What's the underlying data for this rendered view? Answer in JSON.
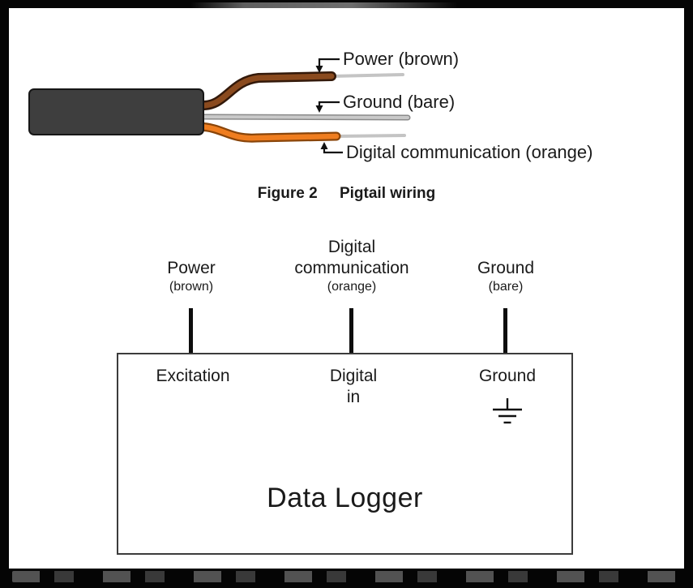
{
  "pigtail_figure": {
    "wire_labels": {
      "power": "Power (brown)",
      "ground": "Ground (bare)",
      "digital": "Digital communication (orange)"
    },
    "caption": {
      "label": "Figure 2",
      "title": "Pigtail wiring"
    }
  },
  "logger_diagram": {
    "wires": {
      "power": {
        "name": "Power",
        "color_note": "(brown)"
      },
      "digital": {
        "name_line1": "Digital",
        "name_line2": "communication",
        "color_note": "(orange)"
      },
      "ground": {
        "name": "Ground",
        "color_note": "(bare)"
      }
    },
    "terminals": {
      "excitation": "Excitation",
      "digital_in_line1": "Digital",
      "digital_in_line2": "in",
      "ground": "Ground"
    },
    "box_title": "Data Logger"
  },
  "colors": {
    "wire_brown": "#8a4a1e",
    "wire_brown_outline": "#33190a",
    "wire_orange": "#ef7d1f",
    "wire_orange_outline": "#8a4509",
    "wire_bare": "#c9c9c9",
    "wire_bare_outline": "#8a8a8a",
    "wire_tip_silver": "#c4c4c4",
    "cable_jacket": "#3e3e3e",
    "line_black": "#111111"
  }
}
